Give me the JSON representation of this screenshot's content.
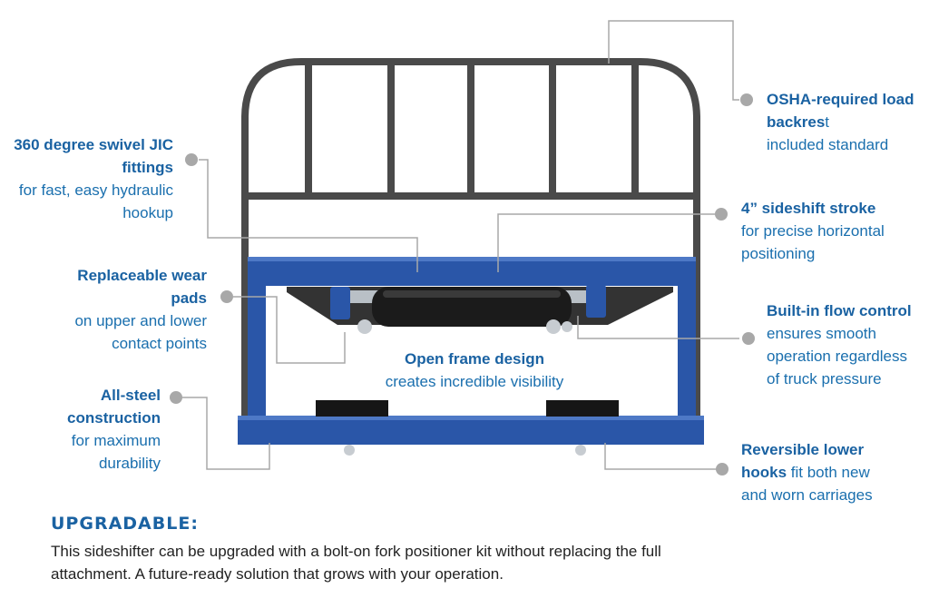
{
  "colors": {
    "frame_blue": "#2a56a8",
    "backrest_gray": "#4a4a4a",
    "callout_blue": "#1a62a2",
    "leader_gray": "#a8a8a8"
  },
  "callouts": {
    "swivel": {
      "head": "360 degree swivel JIC fittings",
      "body": "for fast, easy hydraulic hookup"
    },
    "pads": {
      "head": "Replaceable wear pads",
      "body": "on upper and lower contact points"
    },
    "steel": {
      "head": "All-steel construction",
      "body": "for maximum durability"
    },
    "osha": {
      "head": "OSHA-required load backres",
      "tail": "t",
      "body": "included standard"
    },
    "stroke": {
      "head": "4” sideshift stroke",
      "body": "for precise horizontal positioning"
    },
    "flow": {
      "head": "Built-in flow control",
      "body": " ensures smooth operation regardless of truck pressure"
    },
    "hooks": {
      "head": "Reversible lower hooks",
      "body": " fit both new and worn carriages"
    },
    "open": {
      "head": "Open frame design",
      "body": "creates incredible visibility"
    }
  },
  "upgrade": {
    "title": "UPGRADABLE:",
    "body": "This sideshifter can be upgraded with a bolt-on fork positioner kit without replacing the full attachment. A future-ready solution that grows with your operation."
  }
}
